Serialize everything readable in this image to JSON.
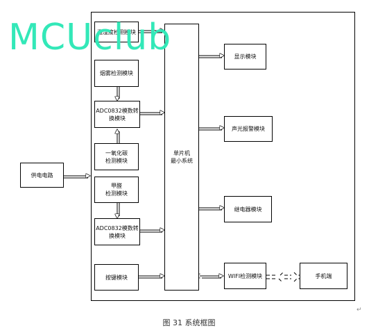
{
  "watermark": "MCUclub",
  "blocks": {
    "temp": "温湿度检测模块",
    "smoke": "烟雾检测模块",
    "adc1": "ADC0832模数转\n换模块",
    "co": "一氧化碳\n检测模块",
    "formaldehyde": "甲醛\n检测模块",
    "adc2": "ADC0832模数转\n换模块",
    "keys": "按键模块",
    "power": "供电电路",
    "mcu": "单片机\n最小系统",
    "display": "显示模块",
    "alarm": "声光报警模块",
    "relay": "继电器模块",
    "wifi": "WIFI检测模块",
    "phone": "手机端"
  },
  "caption": "图 31 系统框图",
  "corner_mark": "↵"
}
